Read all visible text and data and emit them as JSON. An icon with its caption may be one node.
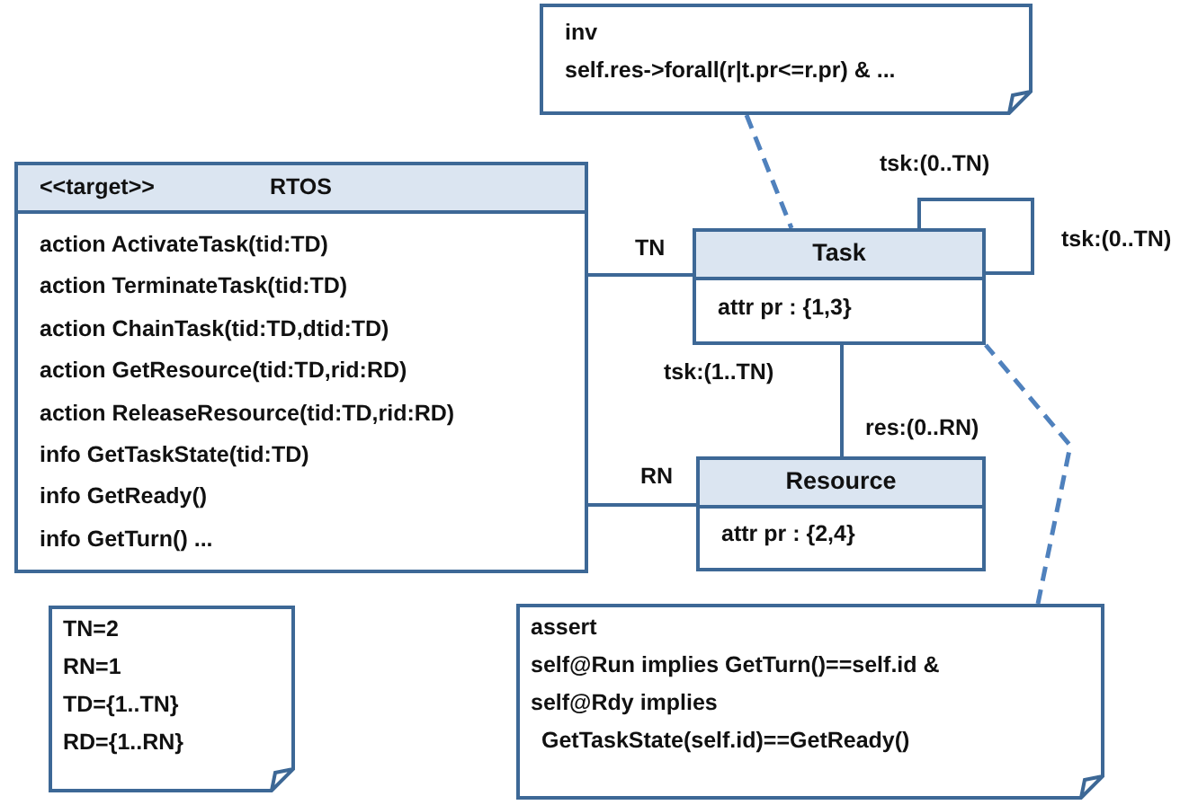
{
  "diagram": {
    "nodes": [
      {
        "text": [
          "inv",
          "self.res->forall(r|t.pr<=r.pr) & ..."
        ]
      },
      {
        "text": [
          "<<target>>",
          "RTOS",
          "action ActivateTask(tid:TD)",
          "action TerminateTask(tid:TD)",
          "action ChainTask(tid:TD,dtid:TD)",
          "action GetResource(tid:TD,rid:RD)",
          "action ReleaseResource(tid:TD,rid:RD)",
          "info GetTaskState(tid:TD)",
          "info GetReady()",
          "info GetTurn() ..."
        ]
      },
      {
        "text": [
          "Task",
          "attr pr : {1,3}"
        ]
      },
      {
        "text": [
          "Resource",
          "attr pr : {2,4}"
        ]
      },
      {
        "text": [
          "TN=2",
          "RN=1",
          "TD={1..TN}",
          "RD={1..RN}"
        ]
      },
      {
        "text": [
          "assert",
          "self@Run implies GetTurn()==self.id &",
          "self@Rdy implies",
          "GetTaskState(self.id)==GetReady()"
        ]
      }
    ],
    "edges": [
      {
        "from": 0,
        "to": 2,
        "arrow": "none",
        "style": "dashed"
      },
      {
        "from": 1,
        "to": 2,
        "arrow": "none",
        "label": "TN"
      },
      {
        "from": 1,
        "to": 3,
        "arrow": "none",
        "label": "RN"
      },
      {
        "from": 2,
        "to": 2,
        "arrow": "none"
      },
      {
        "from": 2,
        "to": 3,
        "arrow": "none"
      },
      {
        "from": 5,
        "to": 2,
        "arrow": "none",
        "style": "dashed"
      }
    ],
    "labels": [
      "tsk:(0..TN)",
      "tsk:(0..TN)",
      "tsk:(1..TN)",
      "res:(0..RN)"
    ]
  }
}
